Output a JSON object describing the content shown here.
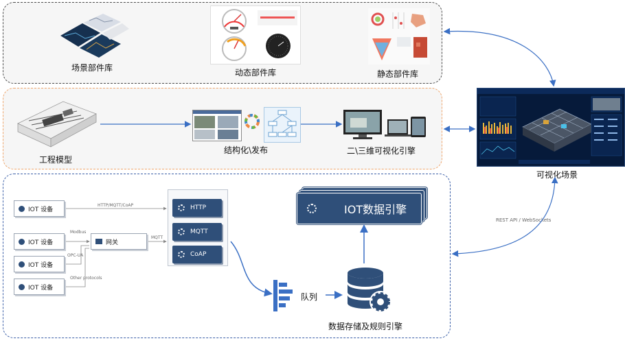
{
  "panels": {
    "top": {
      "scene_label": "场景部件库",
      "dynamic_label": "动态部件库",
      "static_label": "静态部件库"
    },
    "middle": {
      "model_label": "工程模型",
      "publish_label": "结构化\\发布",
      "engine_label": "二\\三维可视化引擎"
    },
    "bottom": {
      "devices": [
        {
          "label": "IOT 设备"
        },
        {
          "label": "IOT 设备"
        },
        {
          "label": "IOT 设备"
        },
        {
          "label": "IOT 设备"
        }
      ],
      "gateway_label": "网关",
      "protocols": [
        {
          "label": "HTTP"
        },
        {
          "label": "MQTT"
        },
        {
          "label": "CoAP"
        }
      ],
      "edge_labels": {
        "direct": "HTTP/MQTT/CoAP",
        "modbus": "Modbus",
        "opcua": "OPC-UA",
        "other": "Other protocols",
        "gateway_out": "MQTT"
      },
      "iot_engine_label": "IOT数据引擎",
      "queue_label": "队列",
      "storage_label": "数据存储及规则引擎"
    }
  },
  "right": {
    "visual_scene_label": "可视化场景",
    "api_label": "REST API / WebSockets"
  },
  "colors": {
    "navy": "#2f4f79",
    "arrow": "#3a6fc4",
    "panel_bg": "#f6f6f6"
  }
}
